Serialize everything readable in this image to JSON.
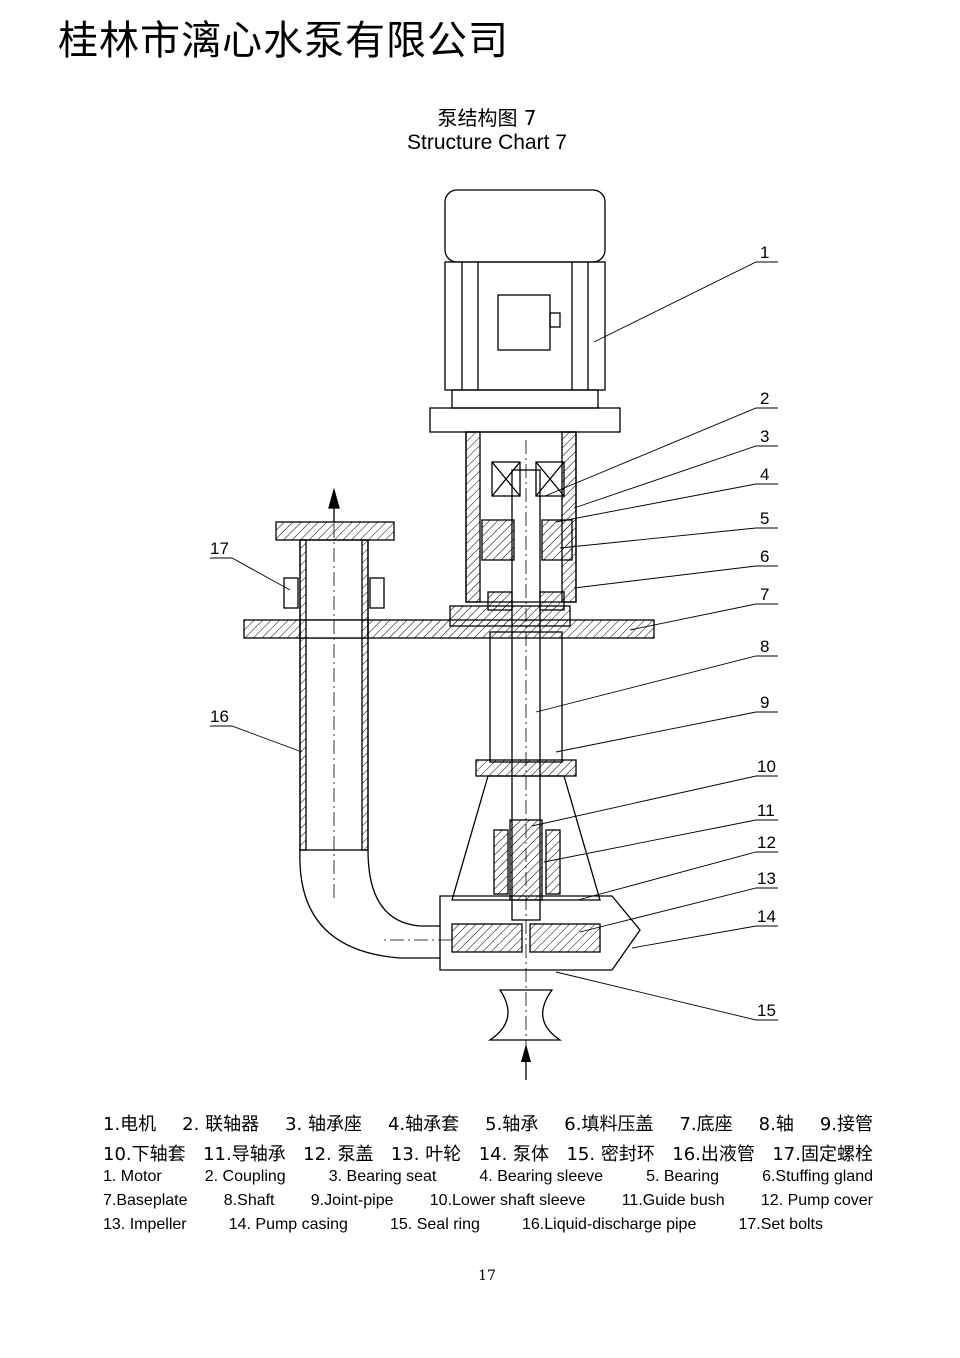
{
  "header": {
    "company": "桂林市漓心水泵有限公司"
  },
  "chart": {
    "title_cn": "泵结构图 7",
    "title_en": "Structure Chart 7"
  },
  "callouts": [
    "1",
    "2",
    "3",
    "4",
    "5",
    "6",
    "7",
    "8",
    "9",
    "10",
    "11",
    "12",
    "13",
    "14",
    "15",
    "16",
    "17"
  ],
  "legend": {
    "cn_row1": [
      "1.电机",
      "2. 联轴器",
      "3. 轴承座",
      "4.轴承套",
      "5.轴承",
      "6.填料压盖",
      "7.底座",
      "8.轴",
      "9.接管"
    ],
    "cn_row2": [
      "10.下轴套",
      "11.导轴承",
      "12. 泵盖",
      "13. 叶轮",
      "14. 泵体",
      "15. 密封环",
      "16.出液管",
      "17.固定螺栓"
    ],
    "en_row1": [
      "1. Motor",
      "2. Coupling",
      "3. Bearing seat",
      "4. Bearing sleeve",
      "5. Bearing",
      "6.Stuffing gland"
    ],
    "en_row2": [
      "7.Baseplate",
      "8.Shaft",
      "9.Joint-pipe",
      "10.Lower shaft sleeve",
      "11.Guide bush",
      "12. Pump cover"
    ],
    "en_row3": [
      "13. Impeller",
      "14. Pump casing",
      "15. Seal ring",
      "16.Liquid-discharge pipe",
      "17.Set bolts"
    ]
  },
  "footer": {
    "page_number": "17"
  }
}
